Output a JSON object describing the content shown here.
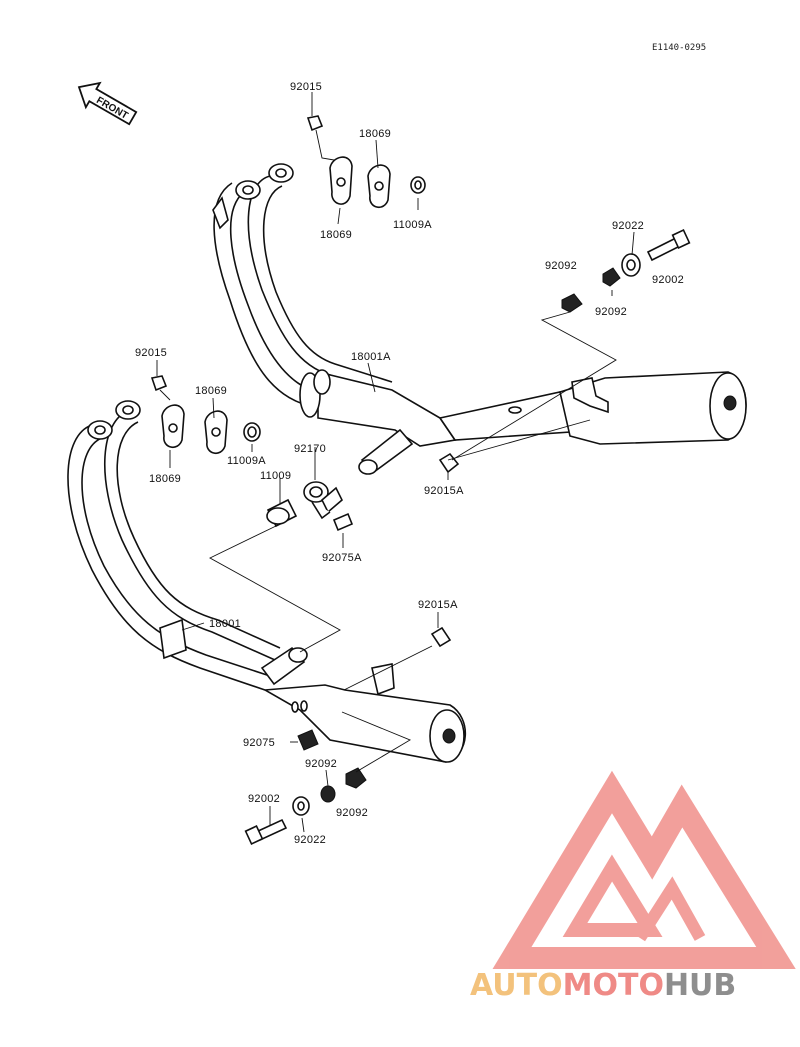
{
  "diagram": {
    "reference_code": "E1140-0295",
    "front_label": "FRONT",
    "labels": {
      "l_92015_top": "92015",
      "l_18069_top_r": "18069",
      "l_18069_top_l": "18069",
      "l_11009a_top": "11009A",
      "l_92022_r": "92022",
      "l_92092_r1": "92092",
      "l_92002_r": "92002",
      "l_92092_r2": "92092",
      "l_18001a": "18001A",
      "l_92015_left": "92015",
      "l_18069_mid_r": "18069",
      "l_18069_mid_l": "18069",
      "l_11009a_mid": "11009A",
      "l_92170": "92170",
      "l_11009": "11009",
      "l_92015a_r": "92015A",
      "l_92075a": "92075A",
      "l_18001": "18001",
      "l_92015a_low": "92015A",
      "l_92075": "92075",
      "l_92092_low1": "92092",
      "l_92092_low2": "92092",
      "l_92002_low": "92002",
      "l_92022_low": "92022"
    }
  },
  "watermark": {
    "part_a": "AUTO",
    "part_b": "MOTO",
    "part_c": "HUB",
    "colors": {
      "a": "#f3c27c",
      "b": "#ef8a86",
      "c": "#8e8e8e",
      "logo": "#f08f8a"
    }
  }
}
